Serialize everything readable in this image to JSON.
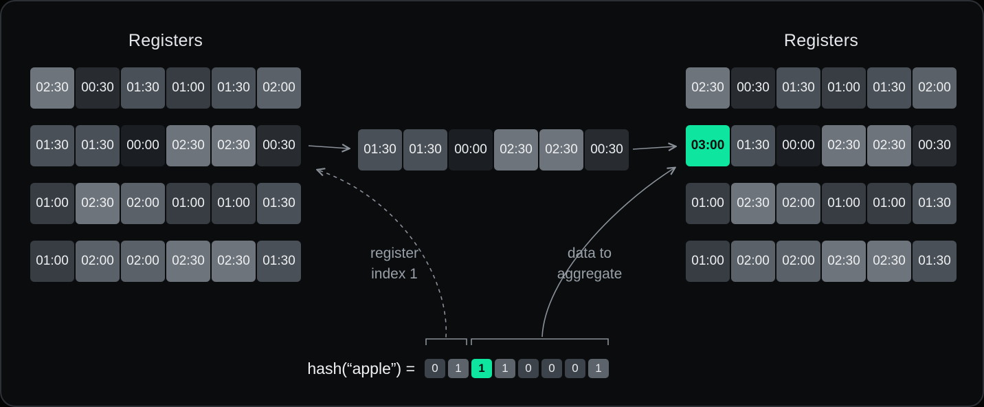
{
  "left_panel": {
    "title": "Registers",
    "rows": [
      [
        "02:30",
        "00:30",
        "01:30",
        "01:00",
        "01:30",
        "02:00"
      ],
      [
        "01:30",
        "01:30",
        "00:00",
        "02:30",
        "02:30",
        "00:30"
      ],
      [
        "01:00",
        "02:30",
        "02:00",
        "01:00",
        "01:00",
        "01:30"
      ],
      [
        "01:00",
        "02:00",
        "02:00",
        "02:30",
        "02:30",
        "01:30"
      ]
    ]
  },
  "right_panel": {
    "title": "Registers",
    "rows": [
      [
        "02:30",
        "00:30",
        "01:30",
        "01:00",
        "01:30",
        "02:00"
      ],
      [
        "03:00",
        "01:30",
        "00:00",
        "02:30",
        "02:30",
        "00:30"
      ],
      [
        "01:00",
        "02:30",
        "02:00",
        "01:00",
        "01:00",
        "01:30"
      ],
      [
        "01:00",
        "02:00",
        "02:00",
        "02:30",
        "02:30",
        "01:30"
      ]
    ],
    "highlight": {
      "row": 1,
      "col": 0,
      "value": "03:00"
    }
  },
  "middle_row": {
    "cells": [
      "01:30",
      "01:30",
      "00:00",
      "02:30",
      "02:30",
      "00:30"
    ]
  },
  "notes": {
    "register_index": {
      "line1": "register",
      "line2": "index 1"
    },
    "aggregate": {
      "line1": "data to",
      "line2": "aggregate"
    }
  },
  "hash": {
    "prefix": "hash(“apple”) =",
    "bits": [
      "0",
      "1",
      "1",
      "1",
      "0",
      "0",
      "0",
      "1"
    ],
    "highlight_index": 2
  },
  "colors": {
    "values": {
      "00:00": "#1b1e22",
      "00:30": "#282c31",
      "01:00": "#383d44",
      "01:30": "#4a5057",
      "02:00": "#5a6168",
      "02:30": "#6e747c",
      "03:00": "#0ee6a0"
    },
    "bit0": "#3d434a",
    "bit1": "#5c636b",
    "highlight": "#0ee6a0",
    "highlight_text": "#0b0c0e",
    "arrow": "#8b9199"
  }
}
